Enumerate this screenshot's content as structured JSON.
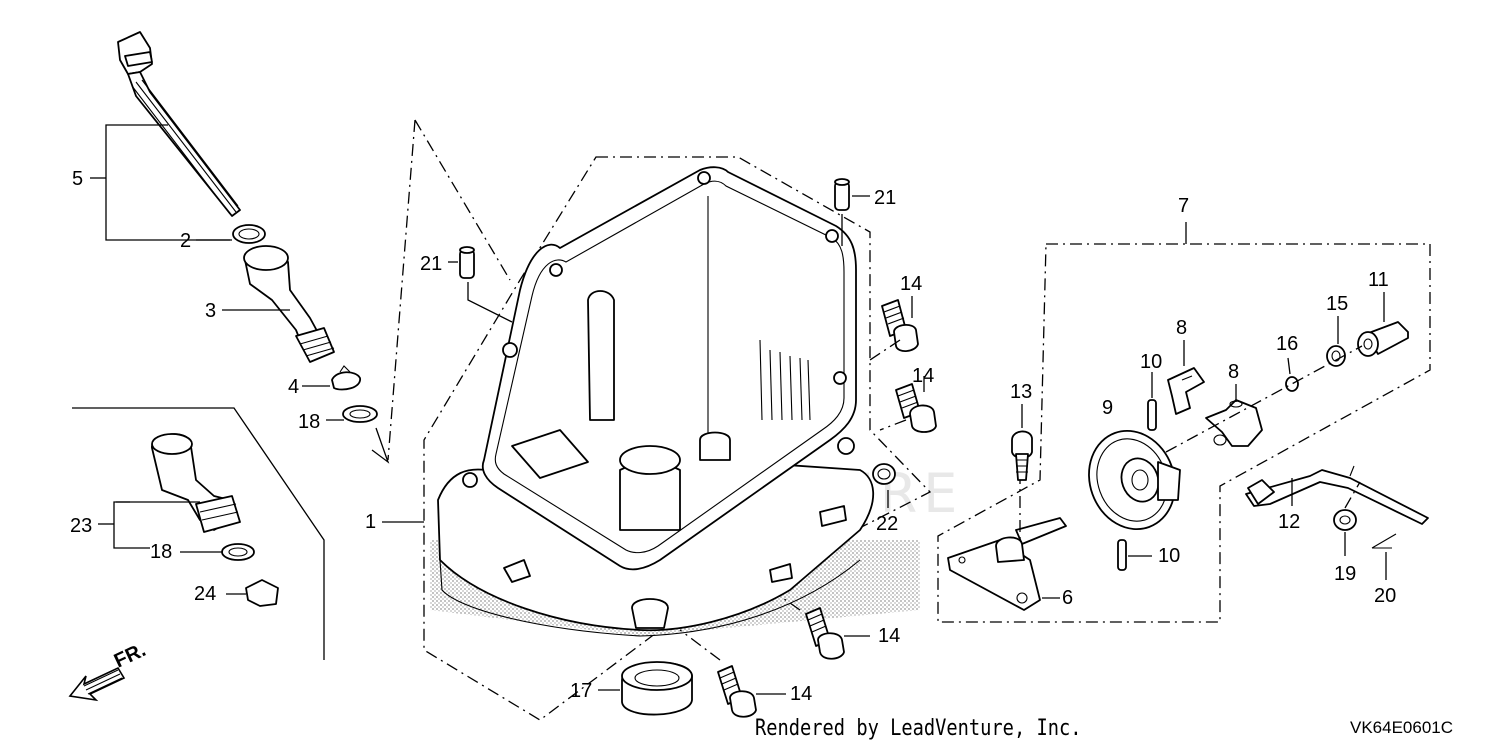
{
  "labels": {
    "l1": "1",
    "l2": "2",
    "l3": "3",
    "l4": "4",
    "l5": "5",
    "l6": "6",
    "l7": "7",
    "l8a": "8",
    "l8b": "8",
    "l9": "9",
    "l10a": "10",
    "l10b": "10",
    "l11": "11",
    "l12": "12",
    "l13": "13",
    "l14a": "14",
    "l14b": "14",
    "l14c": "14",
    "l14d": "14",
    "l15": "15",
    "l16": "16",
    "l17": "17",
    "l18a": "18",
    "l18b": "18",
    "l19": "19",
    "l20": "20",
    "l21a": "21",
    "l21b": "21",
    "l22": "22",
    "l23": "23",
    "l24": "24"
  },
  "front_marker": "FR.",
  "watermark": "LEADVENTURE",
  "credit": "Rendered by LeadVenture, Inc.",
  "diagram_code": "VK64E0601C",
  "colors": {
    "line": "#000000",
    "shade": "#cfcfcf",
    "watermark": "#e8e8e8"
  }
}
